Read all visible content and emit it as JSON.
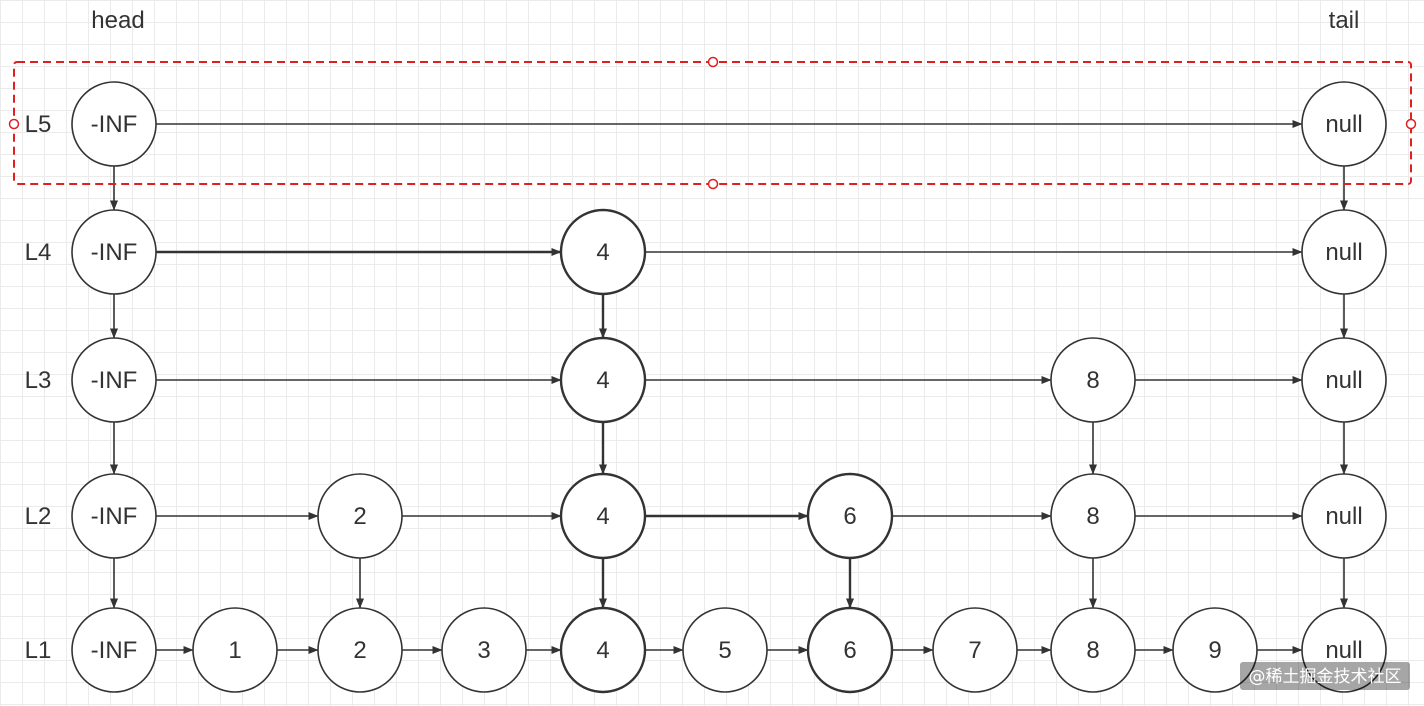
{
  "labels": {
    "head": "head",
    "tail": "tail"
  },
  "levels": [
    {
      "name": "L5",
      "nodes": [
        "-INF",
        "null"
      ]
    },
    {
      "name": "L4",
      "nodes": [
        "-INF",
        "4",
        "null"
      ]
    },
    {
      "name": "L3",
      "nodes": [
        "-INF",
        "4",
        "8",
        "null"
      ]
    },
    {
      "name": "L2",
      "nodes": [
        "-INF",
        "2",
        "4",
        "6",
        "8",
        "null"
      ]
    },
    {
      "name": "L1",
      "nodes": [
        "-INF",
        "1",
        "2",
        "3",
        "4",
        "5",
        "6",
        "7",
        "8",
        "9",
        "null"
      ]
    }
  ],
  "selection": {
    "level": "L5",
    "color": "#e02020"
  },
  "colors": {
    "stroke": "#333333",
    "grid": "#ebebeb",
    "selection": "#e02020"
  },
  "watermark": "@稀土掘金技术社区"
}
